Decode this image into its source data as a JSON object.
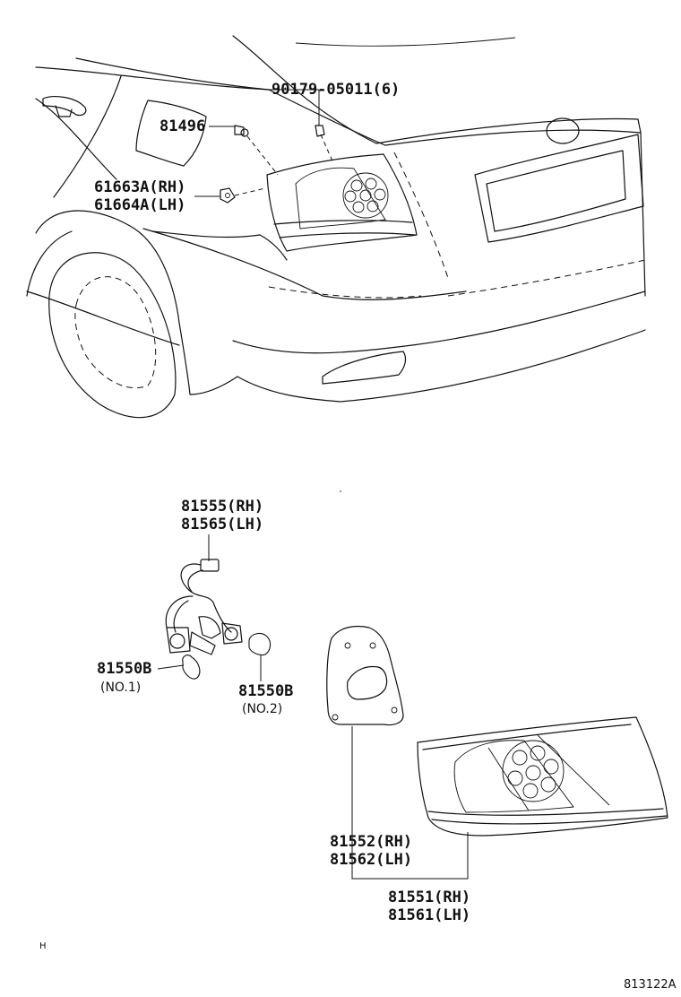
{
  "callouts": {
    "bolt": "90179-05011(6)",
    "screw": "81496",
    "nut_rh": "61663A(RH)",
    "nut_lh": "61664A(LH)",
    "socket_rh": "81555(RH)",
    "socket_lh": "81565(LH)",
    "bulb1_part": "81550B",
    "bulb1_note": "(NO.1)",
    "bulb2_part": "81550B",
    "bulb2_note": "(NO.2)",
    "gasket_rh": "81552(RH)",
    "gasket_lh": "81562(LH)",
    "lamp_rh": "81551(RH)",
    "lamp_lh": "81561(LH)"
  },
  "footer": {
    "corner_mark": "H",
    "diagram_code": "813122A"
  }
}
